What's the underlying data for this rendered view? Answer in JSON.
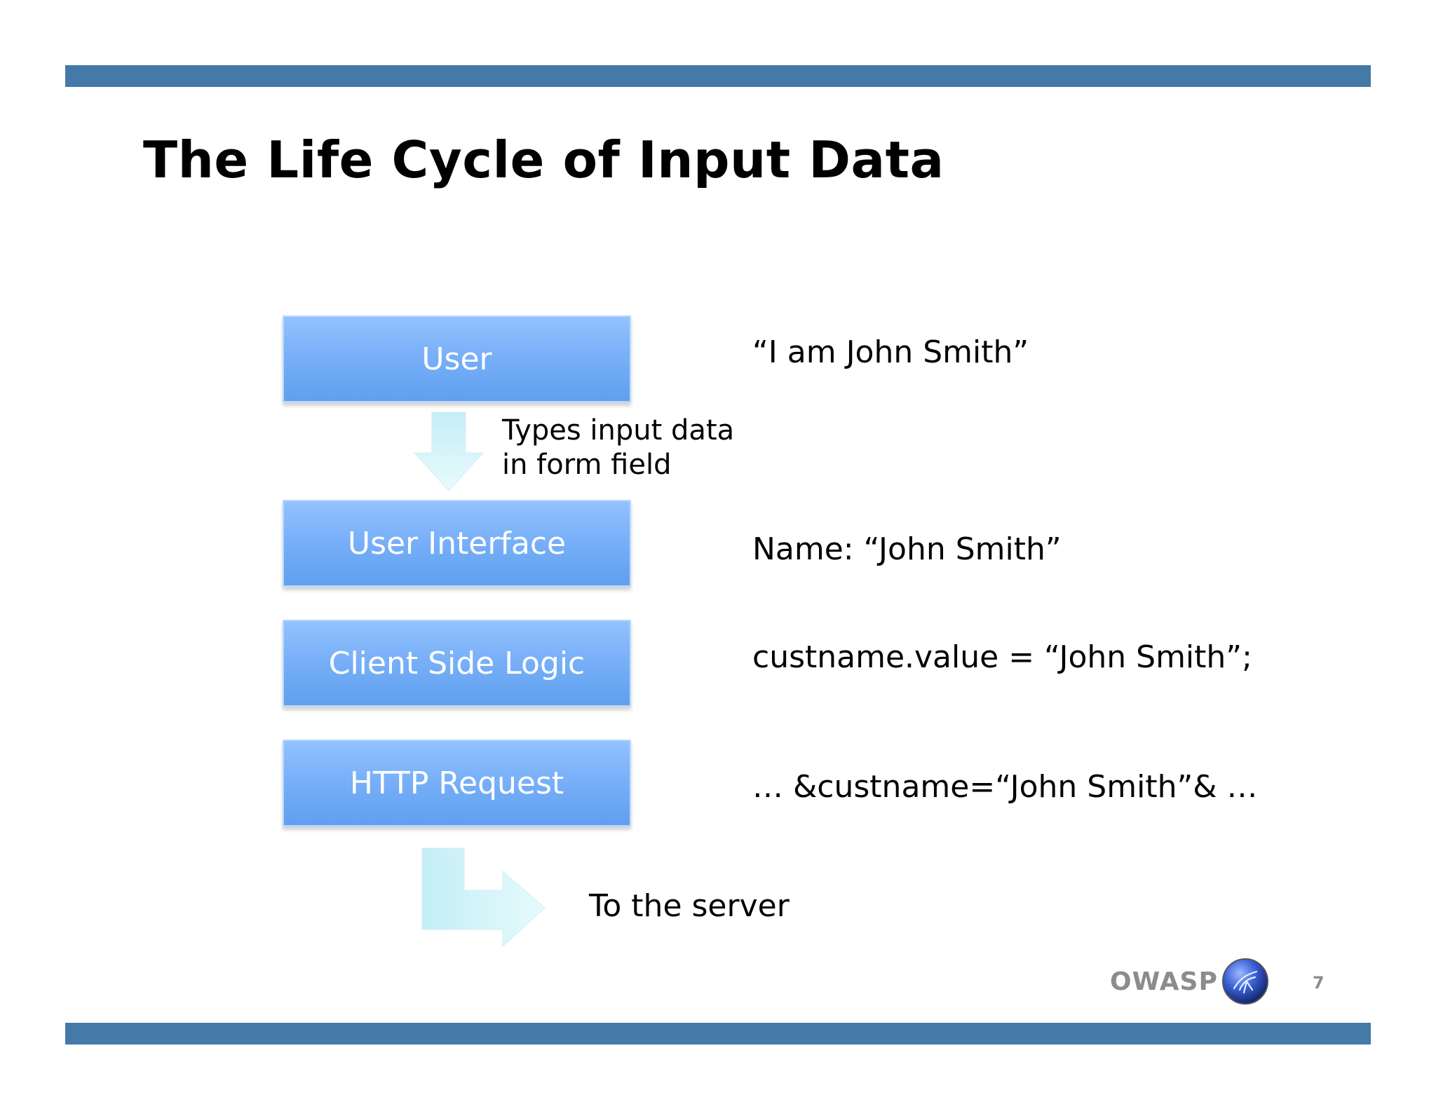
{
  "slide": {
    "title": "The Life Cycle of Input Data",
    "page_number": "7",
    "footer_brand": "OWASP"
  },
  "diagram": {
    "stages": [
      {
        "label": "User",
        "example": "“I am John Smith”"
      },
      {
        "label": "User Interface",
        "example": "Name: “John Smith”"
      },
      {
        "label": "Client Side Logic",
        "example": "custname.value = “John Smith”;"
      },
      {
        "label": "HTTP Request",
        "example": "… &custname=“John Smith”& …"
      }
    ],
    "arrow_caption_line1": "Types input data",
    "arrow_caption_line2": "in form field",
    "exit_caption": "To the server"
  },
  "icons": {
    "down_arrow": "down-arrow-icon",
    "bent_arrow": "bent-right-arrow-icon",
    "logo": "owasp-logo-icon"
  },
  "colors": {
    "header_bar": "#4479a8",
    "box_fill": "#79b0f8",
    "arrow_fill": "#cdf3f7"
  }
}
